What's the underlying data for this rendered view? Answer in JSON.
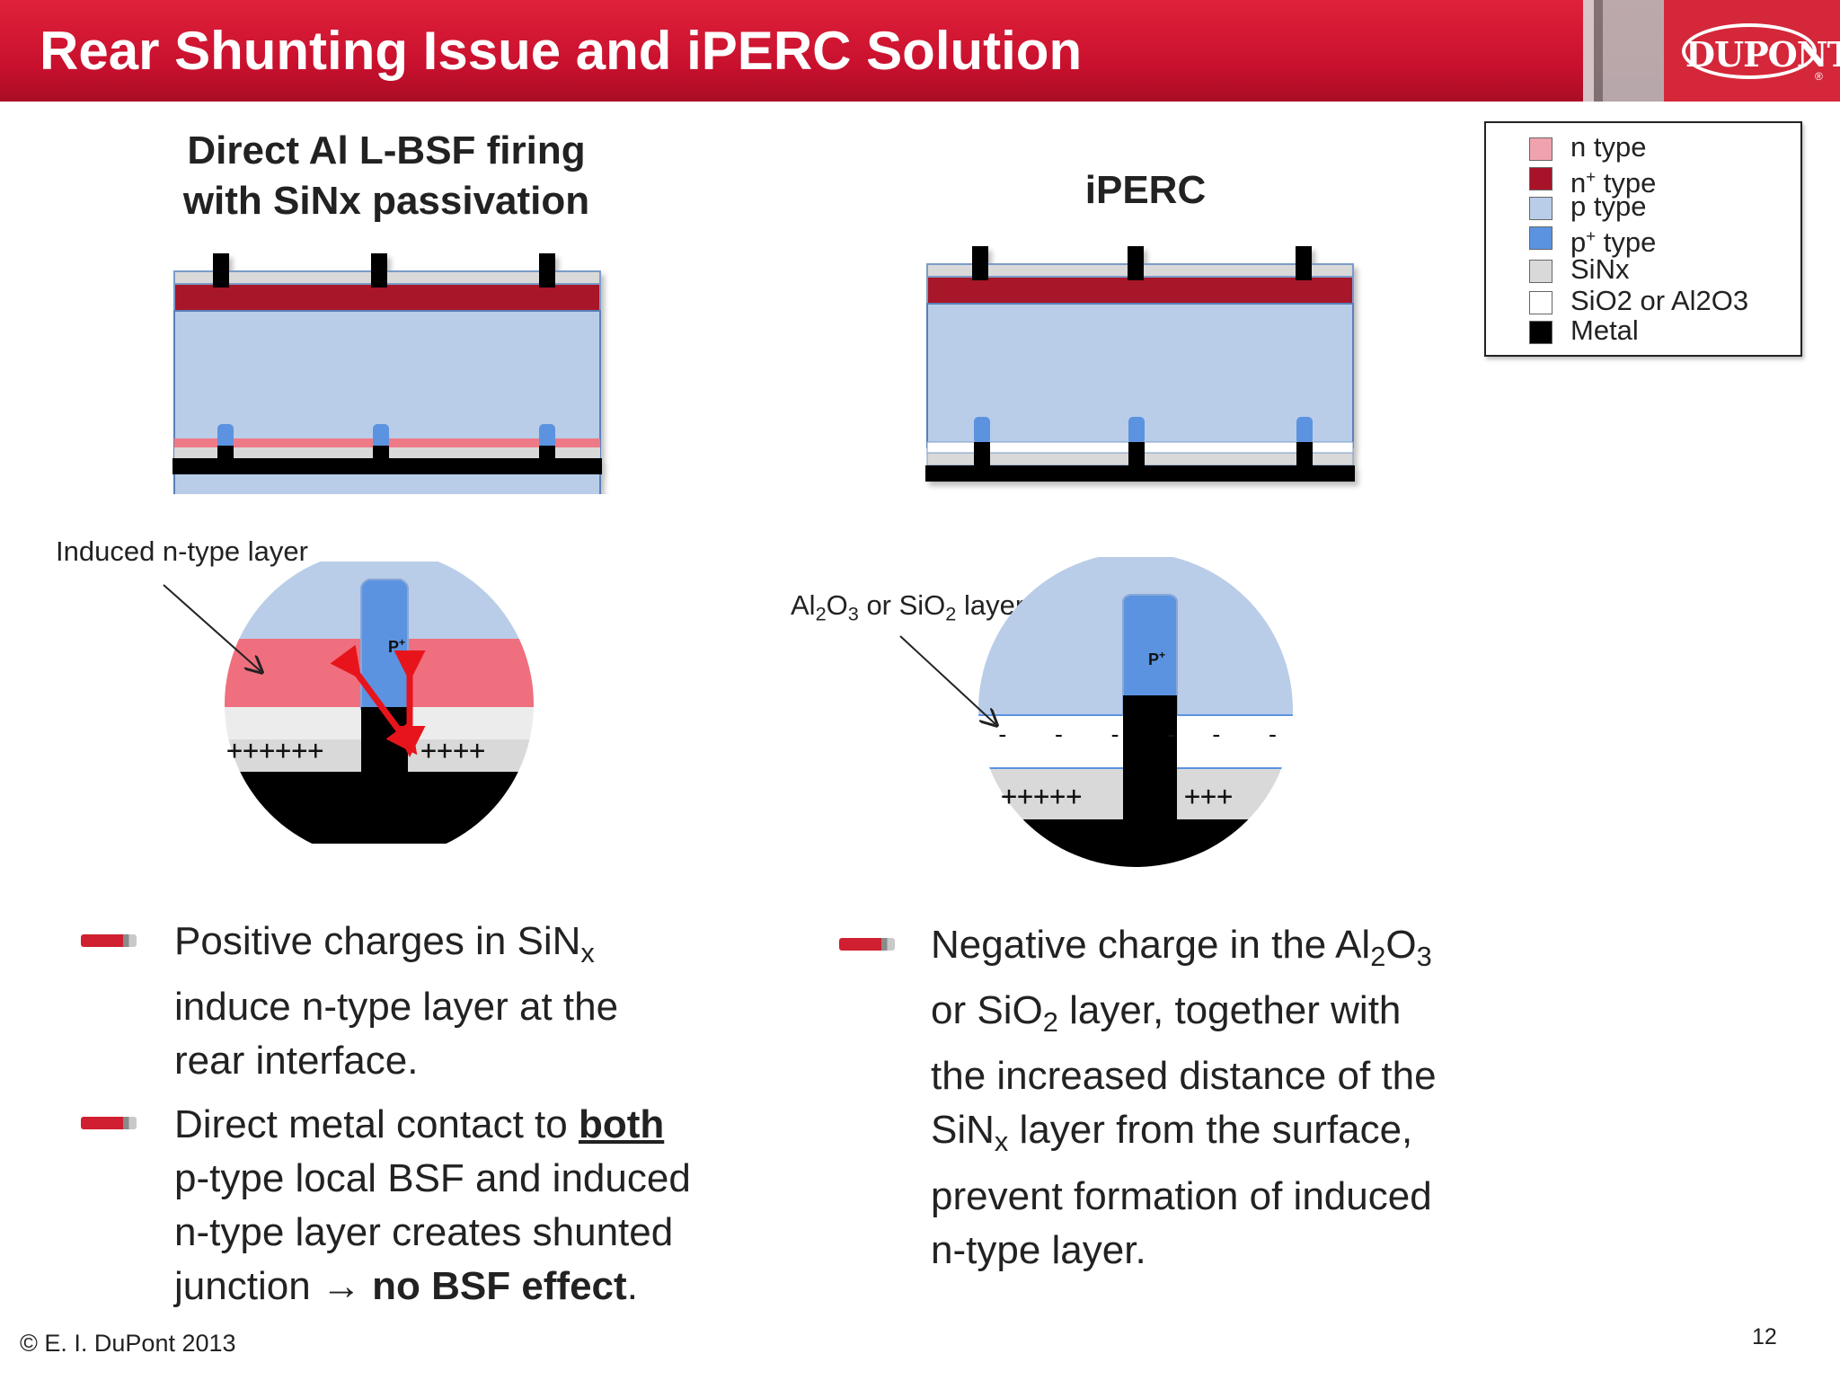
{
  "header": {
    "title": "Rear Shunting Issue and iPERC Solution",
    "logo": "DUPONT"
  },
  "left": {
    "heading_line1": "Direct Al L-BSF firing",
    "heading_line2": "with SiNx passivation",
    "callout": "Induced n-type layer",
    "pplus_label": "P+",
    "charges_left": "++++++",
    "charges_right": "++++"
  },
  "right": {
    "heading": "iPERC",
    "callout_parts": [
      "Al",
      "2",
      "O",
      "3",
      " or SiO",
      "2",
      " layer"
    ],
    "pplus_label": "P+",
    "neg_left": "-   -   -   -",
    "neg_right": "-   -",
    "charges_left": "+++++",
    "charges_right": "+++"
  },
  "legend": {
    "items": [
      {
        "label": "n type",
        "sup": "",
        "color": "#f0a3ae"
      },
      {
        "label": "n",
        "sup": "+",
        "label_after": " type",
        "color": "#a8132a"
      },
      {
        "label": "p type",
        "sup": "",
        "color": "#b9cde8"
      },
      {
        "label": "p",
        "sup": "+",
        "label_after": " type",
        "color": "#5b93e0"
      },
      {
        "label": "SiNx",
        "sup": "",
        "color": "#d9d9d9"
      },
      {
        "label": "SiO2 or Al2O3",
        "sup": "",
        "color": "#ffffff"
      },
      {
        "label": "Metal",
        "sup": "",
        "color": "#000000"
      }
    ]
  },
  "bullets_left": [
    {
      "line1_a": "Positive charges in SiN",
      "line1_sub": "x",
      "line2": "induce n-type layer at the",
      "line3": "rear interface."
    },
    {
      "line1_a": "Direct metal contact to ",
      "line1_b": "both",
      "line2": "p-type local BSF and induced",
      "line3": "n-type layer creates shunted",
      "line4_a": "junction → ",
      "line4_b": "no BSF effect",
      "line4_c": "."
    }
  ],
  "bullet_right": {
    "line1_a": "Negative charge in the Al",
    "line1_sub1": "2",
    "line1_b": "O",
    "line1_sub2": "3",
    "line2_a": "or SiO",
    "line2_sub": "2",
    "line2_b": " layer, together with",
    "line3": "the increased distance of the",
    "line4_a": "SiN",
    "line4_sub": "x",
    "line4_b": " layer from the surface,",
    "line5": "prevent formation of induced",
    "line6": "n-type layer."
  },
  "footer": {
    "copyright": "©  E. I. DuPont 2013",
    "page_number": "12"
  },
  "colors": {
    "brand_red": "#c8102e",
    "n_type": "#f0a3ae",
    "n_plus": "#a8132a",
    "p_type": "#b9cde8",
    "p_plus": "#5b93e0",
    "sinx": "#d9d9d9",
    "metal": "#000000",
    "arrow": "#e8141c",
    "zoom_n_layer": "#ef6f7e"
  }
}
